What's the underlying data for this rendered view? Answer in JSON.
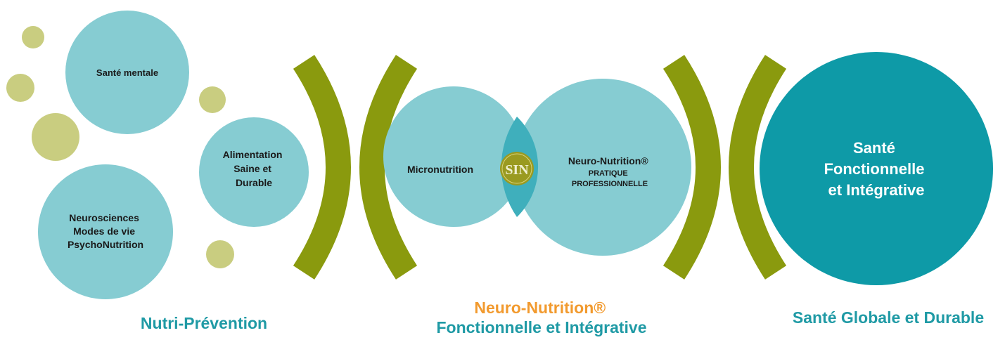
{
  "circles": {
    "sante_mentale": "Santé mentale",
    "neurosciences": [
      "Neurosciences",
      "Modes de vie",
      "PsychoNutrition"
    ],
    "alimentation": [
      "Alimentation",
      "Saine et",
      "Durable"
    ],
    "micronutrition": "Micronutrition",
    "neuro_nutrition_title": "Neuro-Nutrition®",
    "neuro_nutrition_sub": [
      "PRATIQUE",
      "PROFESSIONNELLE"
    ],
    "sante_fonctionnelle": [
      "Santé",
      "Fonctionnelle",
      "et Intégrative"
    ]
  },
  "logo": {
    "text": "SIN"
  },
  "sections": {
    "nutri_prevention": "Nutri-Prévention",
    "neuro_nutrition_title": "Neuro-Nutrition®",
    "neuro_nutrition_sub": "Fonctionnelle et Intégrative",
    "sante_globale": "Santé Globale et Durable"
  },
  "colors": {
    "light_teal": "#86ccd2",
    "dark_teal": "#0e9aa7",
    "overlap_teal": "#3fafbc",
    "olive": "#8a9a0e",
    "olive_light": "#c9cd80",
    "orange": "#f29a2e",
    "label_teal": "#1f9aa5"
  }
}
